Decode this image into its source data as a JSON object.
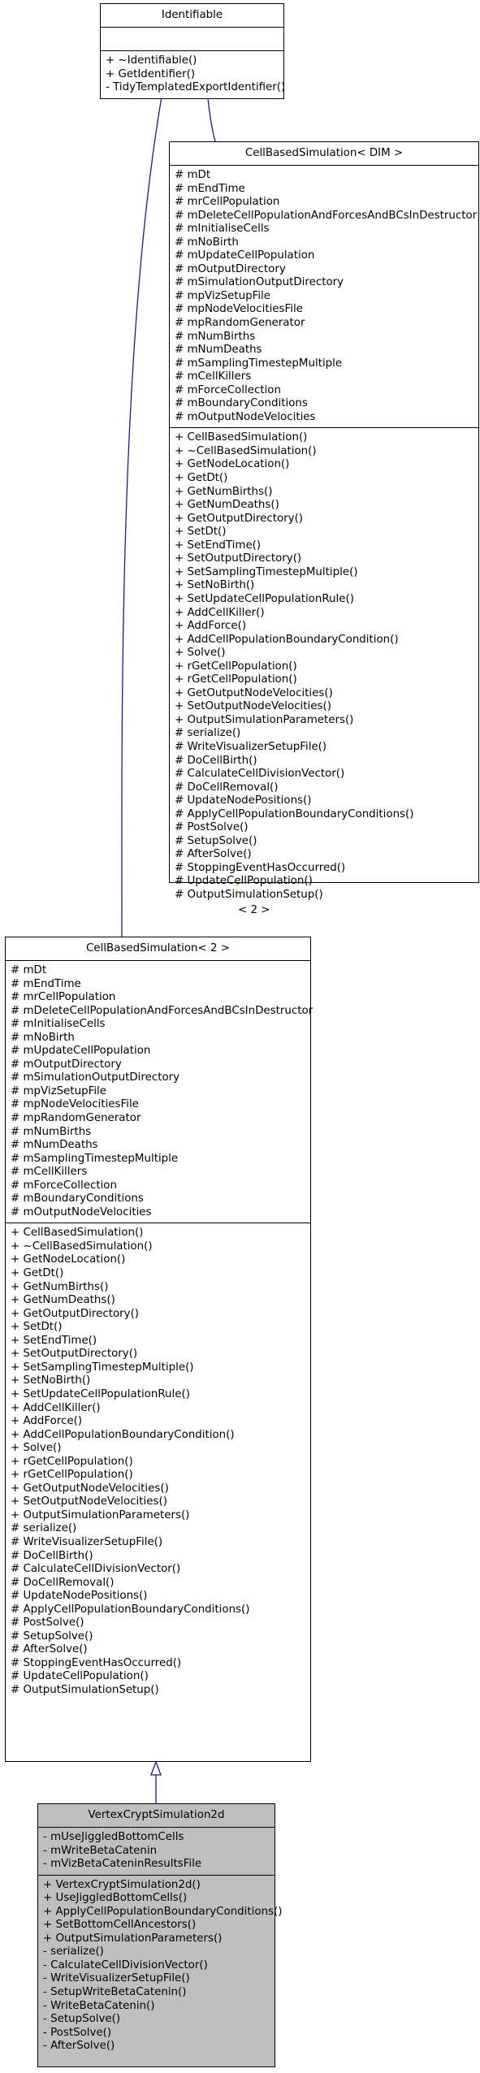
{
  "identifiable": {
    "title": "Identifiable",
    "attributes": [],
    "methods": [
      "+ ~Identifiable()",
      "+ GetIdentifier()",
      "- TidyTemplatedExportIdentifier()"
    ]
  },
  "cell_based_simulation_dim": {
    "title": "CellBasedSimulation< DIM >",
    "attributes": [
      "# mDt",
      "# mEndTime",
      "# mrCellPopulation",
      "# mDeleteCellPopulationAndForcesAndBCsInDestructor",
      "# mInitialiseCells",
      "# mNoBirth",
      "# mUpdateCellPopulation",
      "# mOutputDirectory",
      "# mSimulationOutputDirectory",
      "# mpVizSetupFile",
      "# mpNodeVelocitiesFile",
      "# mpRandomGenerator",
      "# mNumBirths",
      "# mNumDeaths",
      "# mSamplingTimestepMultiple",
      "# mCellKillers",
      "# mForceCollection",
      "# mBoundaryConditions",
      "# mOutputNodeVelocities"
    ],
    "methods": [
      "+ CellBasedSimulation()",
      "+ ~CellBasedSimulation()",
      "+ GetNodeLocation()",
      "+ GetDt()",
      "+ GetNumBirths()",
      "+ GetNumDeaths()",
      "+ GetOutputDirectory()",
      "+ SetDt()",
      "+ SetEndTime()",
      "+ SetOutputDirectory()",
      "+ SetSamplingTimestepMultiple()",
      "+ SetNoBirth()",
      "+ SetUpdateCellPopulationRule()",
      "+ AddCellKiller()",
      "+ AddForce()",
      "+ AddCellPopulationBoundaryCondition()",
      "+ Solve()",
      "+ rGetCellPopulation()",
      "+ rGetCellPopulation()",
      "+ GetOutputNodeVelocities()",
      "+ SetOutputNodeVelocities()",
      "+ OutputSimulationParameters()",
      "# serialize()",
      "# WriteVisualizerSetupFile()",
      "# DoCellBirth()",
      "# CalculateCellDivisionVector()",
      "# DoCellRemoval()",
      "# UpdateNodePositions()",
      "# ApplyCellPopulationBoundaryConditions()",
      "# PostSolve()",
      "# SetupSolve()",
      "# AfterSolve()",
      "# StoppingEventHasOccurred()",
      "# UpdateCellPopulation()",
      "# OutputSimulationSetup()"
    ]
  },
  "template_label": "< 2 >",
  "cell_based_simulation_2": {
    "title": "CellBasedSimulation< 2 >",
    "attributes": [
      "# mDt",
      "# mEndTime",
      "# mrCellPopulation",
      "# mDeleteCellPopulationAndForcesAndBCsInDestructor",
      "# mInitialiseCells",
      "# mNoBirth",
      "# mUpdateCellPopulation",
      "# mOutputDirectory",
      "# mSimulationOutputDirectory",
      "# mpVizSetupFile",
      "# mpNodeVelocitiesFile",
      "# mpRandomGenerator",
      "# mNumBirths",
      "# mNumDeaths",
      "# mSamplingTimestepMultiple",
      "# mCellKillers",
      "# mForceCollection",
      "# mBoundaryConditions",
      "# mOutputNodeVelocities"
    ],
    "methods": [
      "+ CellBasedSimulation()",
      "+ ~CellBasedSimulation()",
      "+ GetNodeLocation()",
      "+ GetDt()",
      "+ GetNumBirths()",
      "+ GetNumDeaths()",
      "+ GetOutputDirectory()",
      "+ SetDt()",
      "+ SetEndTime()",
      "+ SetOutputDirectory()",
      "+ SetSamplingTimestepMultiple()",
      "+ SetNoBirth()",
      "+ SetUpdateCellPopulationRule()",
      "+ AddCellKiller()",
      "+ AddForce()",
      "+ AddCellPopulationBoundaryCondition()",
      "+ Solve()",
      "+ rGetCellPopulation()",
      "+ rGetCellPopulation()",
      "+ GetOutputNodeVelocities()",
      "+ SetOutputNodeVelocities()",
      "+ OutputSimulationParameters()",
      "# serialize()",
      "# WriteVisualizerSetupFile()",
      "# DoCellBirth()",
      "# CalculateCellDivisionVector()",
      "# DoCellRemoval()",
      "# UpdateNodePositions()",
      "# ApplyCellPopulationBoundaryConditions()",
      "# PostSolve()",
      "# SetupSolve()",
      "# AfterSolve()",
      "# StoppingEventHasOccurred()",
      "# UpdateCellPopulation()",
      "# OutputSimulationSetup()"
    ]
  },
  "vertex_crypt_simulation_2d": {
    "title": "VertexCryptSimulation2d",
    "attributes": [
      "- mUseJiggledBottomCells",
      "- mWriteBetaCatenin",
      "- mVizBetaCateninResultsFile"
    ],
    "methods": [
      "+ VertexCryptSimulation2d()",
      "+ UseJiggledBottomCells()",
      "+ ApplyCellPopulationBoundaryConditions()",
      "+ SetBottomCellAncestors()",
      "+ OutputSimulationParameters()",
      "- serialize()",
      "- CalculateCellDivisionVector()",
      "- WriteVisualizerSetupFile()",
      "- SetupWriteBetaCatenin()",
      "- WriteBetaCatenin()",
      "- SetupSolve()",
      "- PostSolve()",
      "- AfterSolve()"
    ]
  },
  "colors": {
    "inheritance_edge": "#1a1a8f",
    "template_edge": "#f5a623",
    "focus_fill": "#bfbfbf"
  }
}
